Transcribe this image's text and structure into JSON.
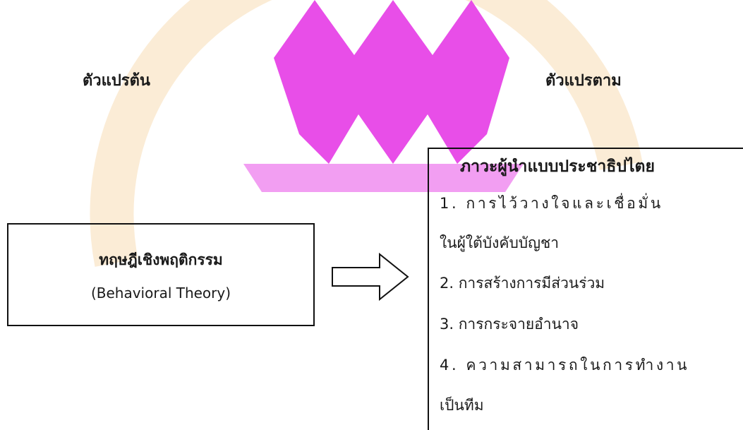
{
  "colors": {
    "watermark_magenta": "#e84ee8",
    "watermark_gold": "#f7ddb4",
    "ink": "#1a1a1a"
  },
  "independent_variable": {
    "heading": "ตัวแปรต้น",
    "box_title": "ทฤษฎีเชิงพฤติกรรม",
    "box_subtitle": "(Behavioral Theory)"
  },
  "dependent_variable": {
    "heading": "ตัวแปรตาม",
    "box_title": "ภาวะผู้นำแบบประชาธิปไตย",
    "items": [
      "1. การไว้วางใจและเชื่อมั่น",
      "ในผู้ใต้บังคับบัญชา",
      "2. การสร้างการมีส่วนร่วม",
      "3. การกระจายอำนาจ",
      "4. ความสามารถในการทำงาน",
      "เป็นทีม"
    ]
  },
  "connector": {
    "icon": "right-arrow-icon"
  },
  "watermark": {
    "icon": "university-seal-watermark"
  }
}
